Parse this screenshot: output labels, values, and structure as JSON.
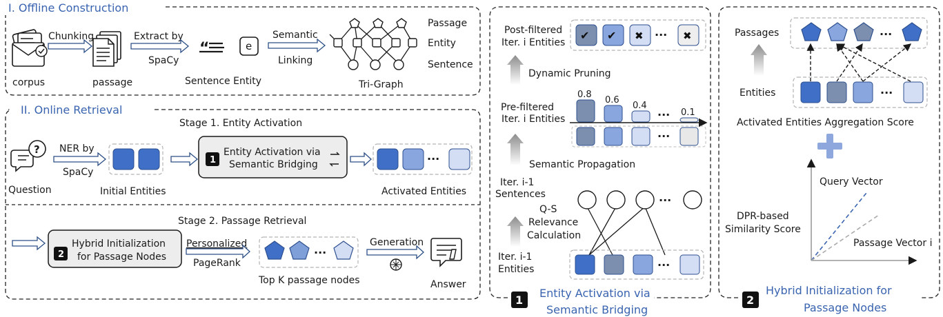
{
  "section1": {
    "title": "I. Offline Construction",
    "corpus_label": "corpus",
    "chunking_label": "Chunking",
    "passage_label": "passage",
    "extract_label_1": "Extract by",
    "extract_label_2": "SpaCy",
    "sentence_entity_label": "Sentence Entity",
    "entity_glyph": "e",
    "semantic_label": "Semantic",
    "linking_label": "Linking",
    "trigraph_label": "Tri-Graph",
    "layer_passage": "Passage",
    "layer_entity": "Entity",
    "layer_sentence": "Sentence"
  },
  "section2": {
    "title": "II. Online Retrieval",
    "stage1_title": "Stage 1. Entity Activation",
    "question_label": "Question",
    "ner_label_1": "NER by",
    "ner_label_2": "SpaCy",
    "initial_entities_label": "Initial Entities",
    "step1_number": "1",
    "step1_line1": "Entity Activation via",
    "step1_line2": "Semantic Bridging",
    "activated_entities_label": "Activated Entities",
    "stage2_title": "Stage 2. Passage Retrieval",
    "step2_number": "2",
    "step2_line1": "Hybrid Initialization",
    "step2_line2": "for Passage Nodes",
    "personalized_label": "Personalized",
    "pagerank_label": "PageRank",
    "topk_label": "Top K passage nodes",
    "generation_label": "Generation",
    "answer_label": "Answer",
    "ellipsis": "···"
  },
  "panel1": {
    "post_filtered_1": "Post-filtered",
    "post_filtered_2": "Iter. i Entities",
    "dynamic_pruning": "Dynamic Pruning",
    "pre_filtered_1": "Pre-filtered",
    "pre_filtered_2": "Iter. i Entities",
    "scores": [
      "0.8",
      "0.6",
      "0.4",
      "0.1"
    ],
    "semantic_propagation": "Semantic Propagation",
    "iter_sent_1": "Iter. i-1",
    "iter_sent_2": "Sentences",
    "qs_1": "Q-S",
    "qs_2": "Relevance",
    "qs_3": "Calculation",
    "iter_ent_1": "Iter. i-1",
    "iter_ent_2": "Entities",
    "caption_number": "1",
    "caption_1": "Entity Activation via",
    "caption_2": "Semantic Bridging",
    "check_glyph": "✔",
    "cross_glyph": "✖",
    "ellipsis": "···"
  },
  "panel2": {
    "passages_label": "Passages",
    "entities_label": "Entities",
    "aggregation_label": "Activated Entities Aggregation Score",
    "plus_glyph": "+",
    "dpr_1": "DPR-based",
    "dpr_2": "Similarity Score",
    "query_vector": "Query Vector",
    "passage_vector": "Passage Vector i",
    "caption_number": "2",
    "caption_1": "Hybrid Initialization for",
    "caption_2": "Passage Nodes",
    "ellipsis": "···"
  },
  "colors": {
    "blue_dark": "#3f6fc6",
    "blue_mid": "#89a6de",
    "blue_light": "#d3def4",
    "slate": "#7d8fae",
    "caption_blue": "#3a64b0"
  }
}
